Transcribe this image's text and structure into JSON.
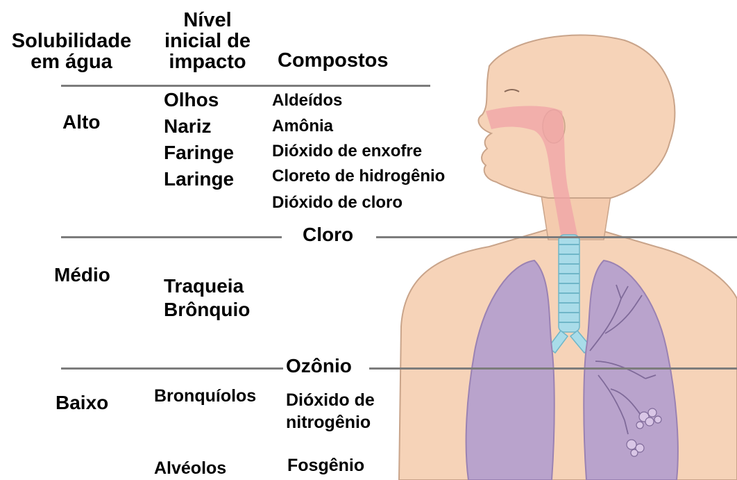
{
  "headers": {
    "solubility": [
      "Solubilidade",
      "em água"
    ],
    "impact": [
      "Nível",
      "inicial de",
      "impacto"
    ],
    "compounds": "Compostos"
  },
  "rows": {
    "high": {
      "solubility": "Alto",
      "sites": [
        "Olhos",
        "Nariz",
        "Faringe",
        "Laringe"
      ],
      "compounds": [
        "Aldeídos",
        "Amônia",
        "Dióxido de enxofre",
        "Cloreto de hidrogênio",
        "Dióxido de cloro"
      ]
    },
    "divider_1": "Cloro",
    "medium": {
      "solubility": "Médio",
      "sites": [
        "Traqueia",
        "Brônquio"
      ]
    },
    "divider_2": "Ozônio",
    "low": {
      "solubility": "Baixo",
      "site_1": "Bronquíolos",
      "compound_1": [
        "Dióxido de",
        "nitrogênio"
      ],
      "site_2": "Alvéolos",
      "compound_2": "Fosgênio"
    }
  },
  "colors": {
    "skin": "#f6d3b8",
    "skin_outline": "#c9a48a",
    "airway": "#f0a3a7",
    "lung": "#b9a3cc",
    "lung_dark": "#9a82b3",
    "trachea": "#a9dce9",
    "rule": "#7c7c7c"
  },
  "illustration_icons": [
    "head-icon",
    "nasal-airway-icon",
    "trachea-icon",
    "left-lung-icon",
    "right-lung-icon",
    "bronchial-tree-icon",
    "alveoli-icon"
  ]
}
